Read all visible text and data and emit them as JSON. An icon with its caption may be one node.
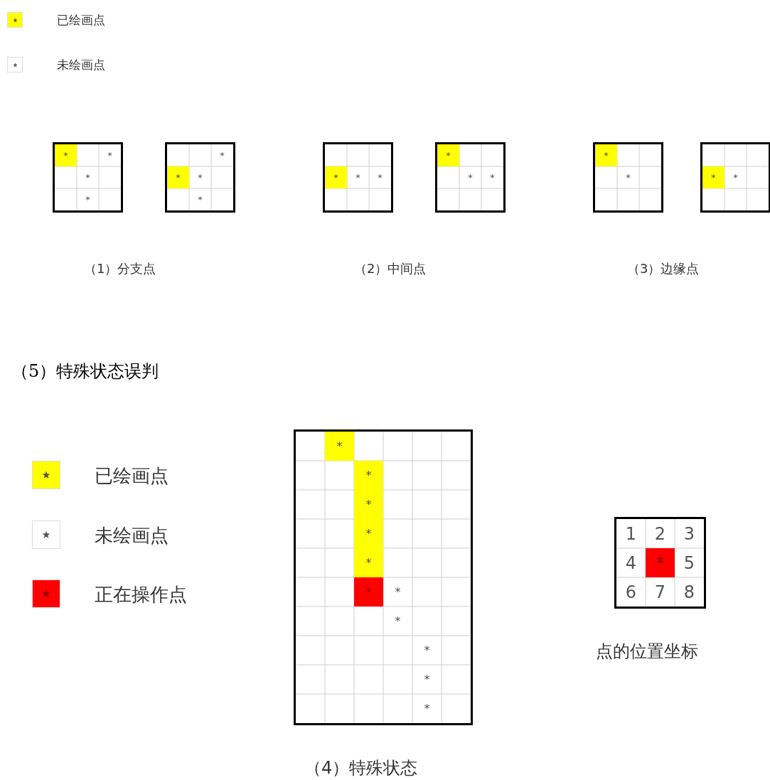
{
  "diagram": {
    "nodes": [
      {
        "text": [],
        "shape": "box"
      },
      {
        "text": [
          "*"
        ],
        "in": 0
      },
      {
        "text": [
          "*"
        ],
        "in": 0
      },
      {
        "text": [
          "*"
        ],
        "in": 0
      },
      {
        "text": [
          "*"
        ],
        "in": 0
      },
      {
        "text": [],
        "shape": "box"
      },
      {
        "text": [
          "*"
        ],
        "in": 5
      },
      {
        "text": [
          "*"
        ],
        "in": 5
      },
      {
        "text": [
          "*"
        ],
        "in": 5
      },
      {
        "text": [
          "*"
        ],
        "in": 5
      },
      {
        "text": [],
        "shape": "box"
      },
      {
        "text": [
          "*"
        ],
        "in": 10
      },
      {
        "text": [
          "*"
        ],
        "in": 10
      },
      {
        "text": [
          "*"
        ],
        "in": 10
      },
      {
        "text": [],
        "shape": "box"
      },
      {
        "text": [
          "*"
        ],
        "in": 14
      },
      {
        "text": [
          "*"
        ],
        "in": 14
      },
      {
        "text": [
          "*"
        ],
        "in": 14
      },
      {
        "text": [],
        "shape": "box"
      },
      {
        "text": [
          "*"
        ],
        "in": 18
      },
      {
        "text": [
          "*"
        ],
        "in": 18
      },
      {
        "text": [],
        "shape": "box"
      },
      {
        "text": [
          "*"
        ],
        "in": 21
      },
      {
        "text": [
          "*"
        ],
        "in": 21
      },
      {
        "text": [],
        "shape": "box"
      },
      {
        "text": [
          "*"
        ],
        "in": 24
      },
      {
        "text": [
          "*"
        ],
        "in": 24
      },
      {
        "text": [
          "*"
        ],
        "in": 24
      },
      {
        "text": [
          "*"
        ],
        "in": 24
      },
      {
        "text": [
          "*"
        ],
        "in": 24
      },
      {
        "text": [
          "*"
        ],
        "in": 24
      },
      {
        "text": [
          "*"
        ],
        "in": 24
      },
      {
        "text": [
          "*"
        ],
        "in": 24
      },
      {
        "text": [
          "*"
        ],
        "in": 24
      },
      {
        "text": [
          "*"
        ],
        "in": 24
      },
      {
        "text": [
          "*"
        ],
        "in": 24
      },
      {
        "text": [],
        "shape": "box"
      },
      {
        "text": [
          "1"
        ],
        "in": 36
      },
      {
        "text": [
          "2"
        ],
        "in": 36
      },
      {
        "text": [
          "3"
        ],
        "in": 36
      },
      {
        "text": [
          "4"
        ],
        "in": 36
      },
      {
        "text": [
          "*"
        ],
        "in": 36
      },
      {
        "text": [
          "5"
        ],
        "in": 36
      },
      {
        "text": [
          "6"
        ],
        "in": 36
      },
      {
        "text": [
          "7"
        ],
        "in": 36
      },
      {
        "text": [
          "8"
        ],
        "in": 36
      }
    ],
    "labels": [
      "（1）分支点",
      "（2）中间点",
      "（3）边缘点",
      "（5）特殊状态误判",
      "点的位置坐标",
      "（4）特殊状态"
    ],
    "legend": [
      {
        "text": "已绘画点",
        "color": "#ffff00"
      },
      {
        "text": "未绘画点",
        "color": "#ffffff"
      },
      {
        "text": "已绘画点",
        "color": "#ffff00"
      },
      {
        "text": "未绘画点",
        "color": "#ffffff"
      },
      {
        "text": "正在操作点",
        "color": "#ff0000"
      }
    ]
  }
}
